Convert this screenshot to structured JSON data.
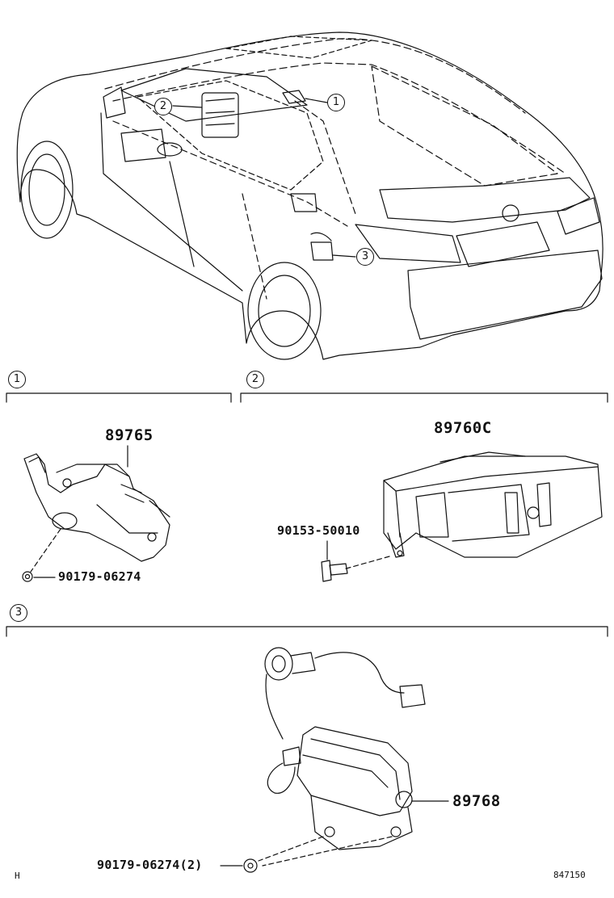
{
  "overview": {
    "callouts": [
      "1",
      "2",
      "3"
    ]
  },
  "sections": [
    {
      "number": "1",
      "parts": [
        {
          "code": "89765"
        },
        {
          "code": "90179-06274"
        }
      ]
    },
    {
      "number": "2",
      "parts": [
        {
          "code": "89760C"
        },
        {
          "code": "90153-50010"
        }
      ]
    },
    {
      "number": "3",
      "parts": [
        {
          "code": "89768"
        },
        {
          "code": "90179-06274(2)"
        }
      ]
    }
  ],
  "footer": {
    "left_mark": "H",
    "drawing_number": "847150"
  }
}
